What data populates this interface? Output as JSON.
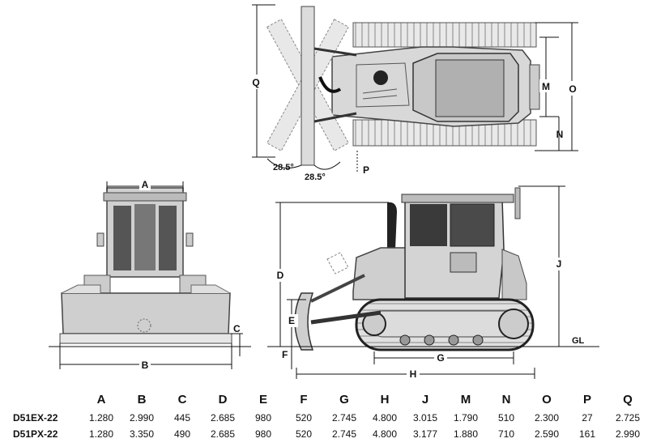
{
  "drawing": {
    "dimension_letters": {
      "A": "A",
      "B": "B",
      "C": "C",
      "D": "D",
      "E": "E",
      "F": "F",
      "G": "G",
      "H": "H",
      "J": "J",
      "M": "M",
      "N": "N",
      "O": "O",
      "P": "P",
      "Q": "Q"
    },
    "angle_left": "28.5°",
    "angle_right": "28.5°",
    "ground_line": "GL"
  },
  "table": {
    "columns": [
      "A",
      "B",
      "C",
      "D",
      "E",
      "F",
      "G",
      "H",
      "J",
      "M",
      "N",
      "O",
      "P",
      "Q"
    ],
    "rows": [
      {
        "model": "D51EX-22",
        "values": [
          "1.280",
          "2.990",
          "445",
          "2.685",
          "980",
          "520",
          "2.745",
          "4.800",
          "3.015",
          "1.790",
          "510",
          "2.300",
          "27",
          "2.725"
        ]
      },
      {
        "model": "D51PX-22",
        "values": [
          "1.280",
          "3.350",
          "490",
          "2.685",
          "980",
          "520",
          "2.745",
          "4.800",
          "3.177",
          "1.880",
          "710",
          "2.590",
          "161",
          "2.990"
        ]
      }
    ]
  }
}
